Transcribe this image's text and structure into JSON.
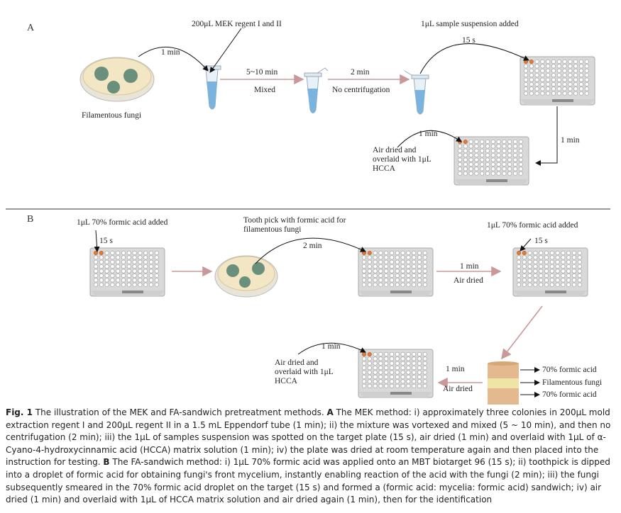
{
  "panel_a": {
    "letter": "A",
    "fungi_label": "Filamentous fungi",
    "reagent_label": "200μL MEK regent I and II",
    "step1_time": "1 min",
    "step2_time": "5~10 min",
    "step2_desc": "Mixed",
    "step3_time": "2 min",
    "step3_desc": "No centrifugation",
    "sample_label": "1μL sample suspension added",
    "sample_time": "15 s",
    "down_time": "1 min",
    "air_time": "1 min",
    "air_label_1": "Air dried and",
    "air_label_2": "overlaid with 1μL",
    "air_label_3": "HCCA"
  },
  "panel_b": {
    "letter": "B",
    "formic1_label": "1μL 70% formic acid added",
    "formic1_time": "15 s",
    "toothpick_label_1": "Tooth pick with formic acid for",
    "toothpick_label_2": "filamentous fungi",
    "toothpick_time": "2 min",
    "formic2_label": "1μL 70% formic acid added",
    "formic2_time": "15 s",
    "airdried1_time": "1 min",
    "airdried1_desc": "Air dried",
    "final_time": "1 min",
    "final_label_1": "Air dried and",
    "final_label_2": "overlaid with 1μL",
    "final_label_3": "HCCA",
    "sandwich_time": "1 min",
    "sandwich_desc": "Air dried",
    "layer_top": "70% formic acid",
    "layer_mid": "Filamentous fungi",
    "layer_bottom": "70% formic acid"
  },
  "caption": {
    "fig": "Fig. 1",
    "t1": " The illustration of the MEK and FA-sandwich pretreatment methods. ",
    "a": "A",
    "t2": " The MEK method: i) approximately three colonies in 200μL mold extraction regent I and 200μL regent II in a 1.5 mL Eppendorf tube (1 min); ii) the mixture was vortexed and mixed (5 ~ 10 min), and then no centrifugation (2 min); iii) the 1μL of samples suspension was spotted on the target plate (15 s), air dried (1 min) and overlaid with 1μL of α-Cyano-4-hydroxycinnamic acid (HCCA) matrix solution (1 min); iv) the plate was dried at room temperature again and then placed into the instruction for testing. ",
    "b": "B",
    "t3": " The FA-sandwich method: i) 1μL 70% formic acid was applied onto an MBT biotarget 96 (15 s); ii) toothpick is dipped into a droplet of formic acid for obtaining fungi's front mycelium, instantly enabling reaction of the acid with the fungi (2 min); iii) the fungi subsequently smeared in the 70% formic acid droplet on the target (15 s) and formed a (formic acid: mycelia: formic acid) sandwich; iv) air dried (1 min) and overlaid with 1μL of HCCA matrix solution and air dried again (1 min), then for the identification"
  },
  "colors": {
    "arrow": "#c9999a",
    "plate": "#d6d6d6",
    "spot": "#e07b39",
    "dish": "#f0e3c0",
    "colony": "#5e8a74",
    "tube": "#7ab4de"
  }
}
